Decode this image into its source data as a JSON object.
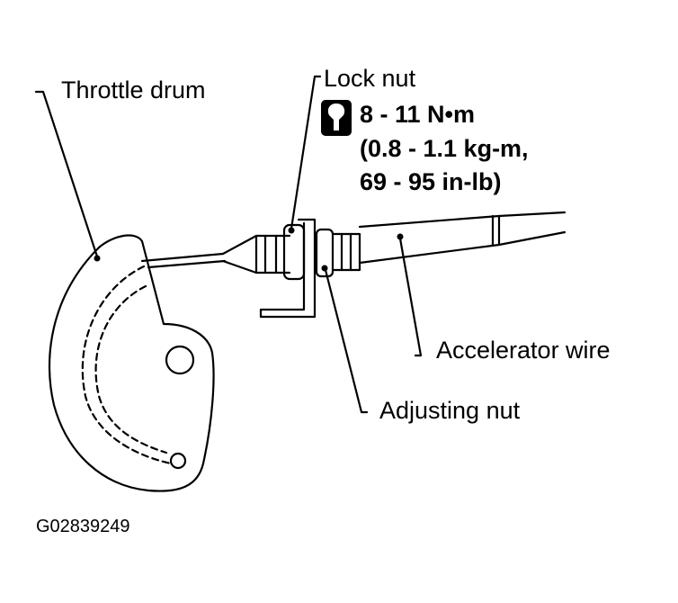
{
  "labels": {
    "throttle_drum": "Throttle drum",
    "lock_nut": "Lock nut",
    "accelerator_wire": "Accelerator wire",
    "adjusting_nut": "Adjusting nut"
  },
  "torque_spec": {
    "icon": "wrench-socket-icon",
    "line1": "8 - 11 N•m",
    "line2": "(0.8 - 1.1 kg-m,",
    "line3": "69 - 95 in-lb)"
  },
  "figure_code": "G02839249"
}
